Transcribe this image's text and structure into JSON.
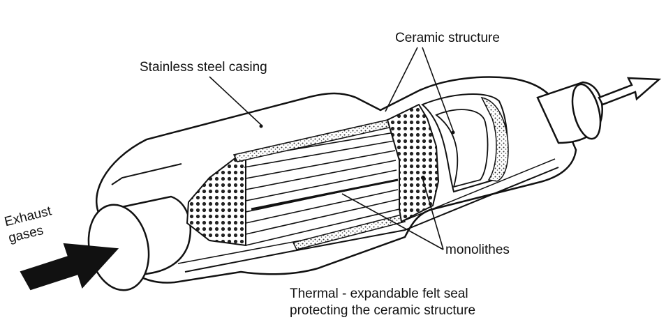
{
  "labels": {
    "ceramic_structure": "Ceramic structure",
    "stainless_casing": "Stainless steel casing",
    "exhaust_line1": "Exhaust",
    "exhaust_line2": "gases",
    "monolithes": "monolithes",
    "seal_line1": "Thermal - expandable felt seal",
    "seal_line2": "protecting the ceramic structure"
  },
  "colors": {
    "ink": "#111111",
    "paper": "#ffffff",
    "honeycomb": "#2a2a2a"
  }
}
